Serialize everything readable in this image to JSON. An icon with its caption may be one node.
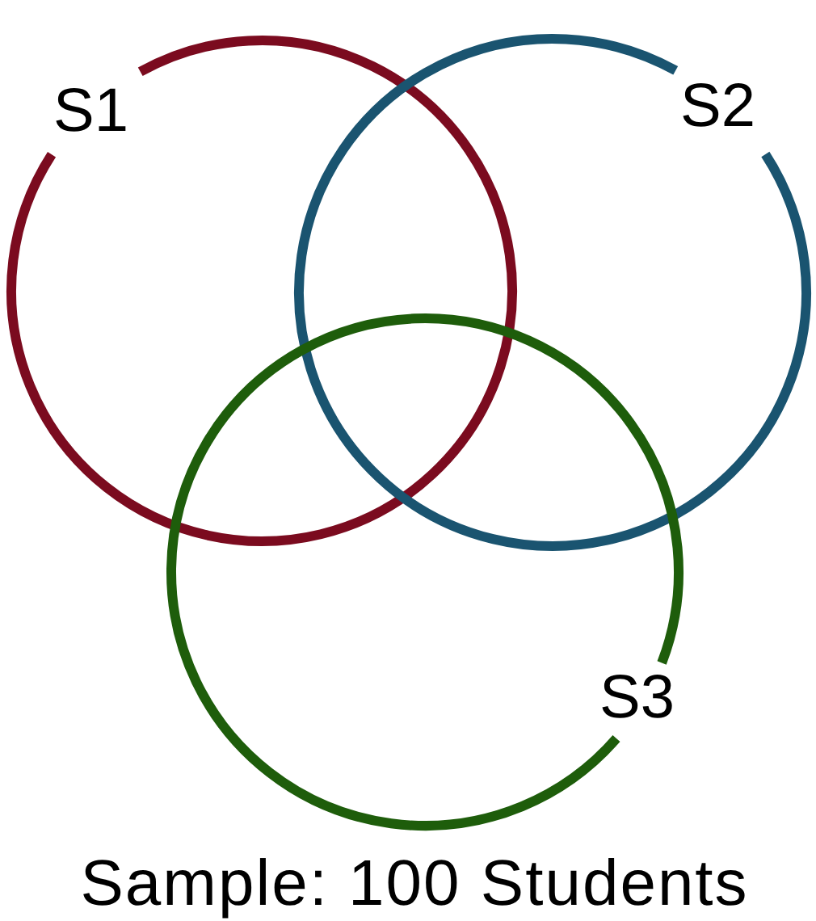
{
  "diagram": {
    "caption": "Sample: 100 Students",
    "nodes": [
      {
        "text": [
          "S1"
        ]
      },
      {
        "text": [
          "S2"
        ]
      },
      {
        "text": [
          "S3"
        ]
      }
    ]
  }
}
